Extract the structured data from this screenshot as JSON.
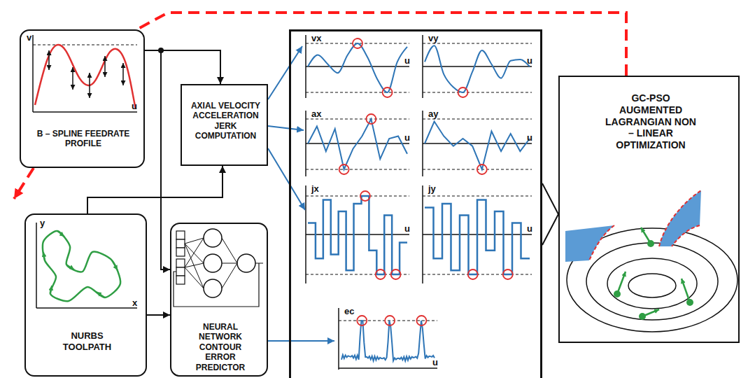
{
  "diagram": {
    "nodes": [
      {
        "text": [
          "v",
          "u",
          "B – SPLINE FEEDRATE PROFILE"
        ]
      },
      {
        "text": [
          "AXIAL VELOCITY ACCELERATION JERK COMPUTATION"
        ]
      },
      {
        "text": [
          "y",
          "x",
          "NURBS TOOLPATH"
        ]
      },
      {
        "text": [
          "NEURAL NETWORK CONTOUR ERROR PREDICTOR"
        ]
      },
      {
        "text": [
          "vx",
          "u",
          "vy",
          "u",
          "ax",
          "u",
          "ay",
          "u",
          "jx",
          "u",
          "jy",
          "u",
          "ec",
          "u"
        ]
      },
      {
        "text": [
          "GC-PSO AUGMENTED LAGRANGIAN NON – LINEAR OPTIMIZATION"
        ]
      }
    ],
    "edges": [
      {
        "from": 0,
        "to": 1,
        "arrow": "to"
      },
      {
        "from": 0,
        "to": 3,
        "arrow": "to"
      },
      {
        "from": 2,
        "to": 1,
        "arrow": "to"
      },
      {
        "from": 2,
        "to": 3,
        "arrow": "to"
      },
      {
        "from": 1,
        "to": 4,
        "arrow": "to"
      },
      {
        "from": 1,
        "to": 4,
        "arrow": "to"
      },
      {
        "from": 1,
        "to": 4,
        "arrow": "to"
      },
      {
        "from": 3,
        "to": 4,
        "arrow": "to"
      },
      {
        "from": 4,
        "to": 5,
        "arrow": "to"
      },
      {
        "from": 5,
        "to": 0,
        "arrow": "to"
      }
    ]
  }
}
